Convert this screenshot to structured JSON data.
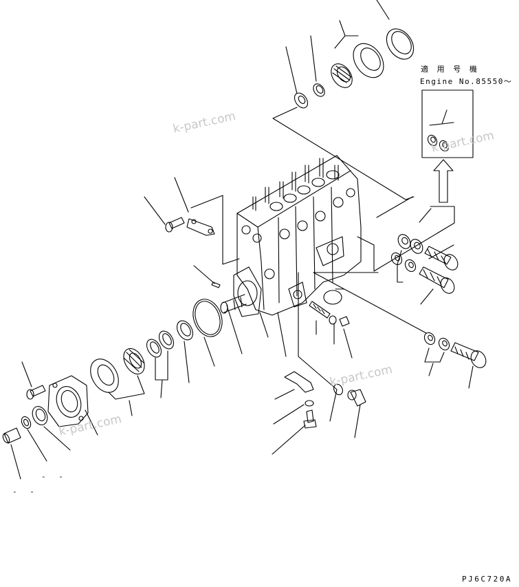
{
  "applicable": {
    "title": "適 用 号 機",
    "engine": "Engine No.85550〜"
  },
  "drawing_code": "PJ6C720A",
  "watermark": "k-part.com",
  "stray_marks": {
    "a": "- -",
    "b": "- -"
  }
}
